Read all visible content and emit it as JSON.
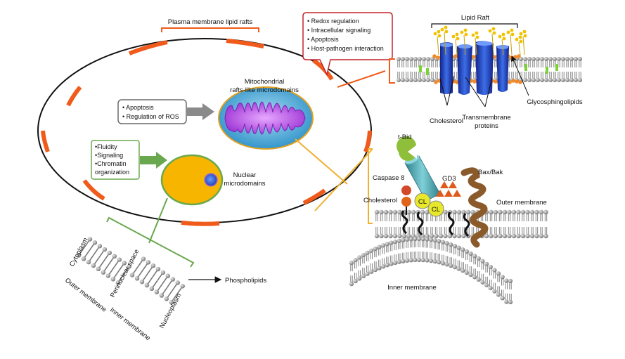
{
  "labels": {
    "plasma_rafts": "Plasma membrane lipid rafts",
    "mito_title_1": "Mitochondrial",
    "mito_title_2": "rafts-like microdomains",
    "nuclear_1": "Nuclear",
    "nuclear_2": "microdomains",
    "lipid_raft": "Lipid Raft",
    "cholesterol": "Cholesterol",
    "transmembrane_1": "Transmembrane",
    "transmembrane_2": "proteins",
    "glycosphingolipids": "Glycosphingolipids",
    "tbid": "t-Bid",
    "caspase8": "Caspase 8",
    "gd3": "GD3",
    "baxbak": "Bax/Bak",
    "cholesterol2": "Cholesterol",
    "outer_membrane": "Outer membrane",
    "inner_membrane": "Inner membrane",
    "cl": "CL",
    "phospholipids": "Phospholipids",
    "cytoplasm": "Cytoplasm",
    "outer_membrane_nuc": "Outer membrane",
    "perinuclear": "Perinuclear space",
    "inner_membrane_nuc": "Inner membrane",
    "nucleoplasm": "Nucleoplasm"
  },
  "boxes": {
    "raft_functions": [
      "• Redox regulation",
      "• Intracellular signaling",
      "• Apoptosis",
      "• Host-pathogen interaction"
    ],
    "mito_functions": [
      "• Apoptosis",
      "• Regulation of ROS"
    ],
    "nuclear_functions": [
      "•Fluidity",
      "•Signaling",
      "•Chromatin",
      "organization"
    ]
  },
  "colors": {
    "raft_segment": "#f05a1a",
    "red_box": "#c0272d",
    "gray_box": "#6b6b6b",
    "green_box": "#6aa84f",
    "mito_outer": "#3aa6d8",
    "mito_inner": "#a040d0",
    "nucleus": "#f7b500",
    "tbid": "#8fbf3a",
    "cylinder": "#3f9aa6",
    "bax": "#8a5a2b",
    "cl_circle": "#e8e82a"
  }
}
